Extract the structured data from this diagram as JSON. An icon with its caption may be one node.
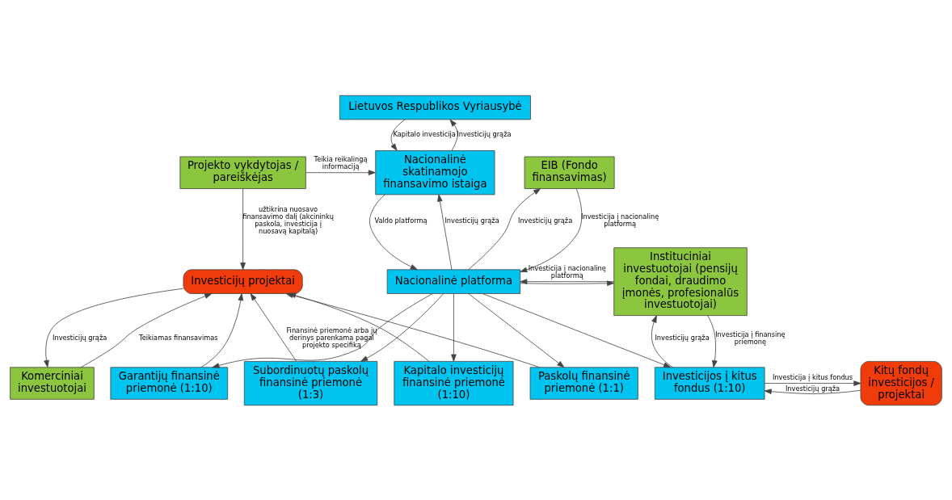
{
  "diagram": {
    "nodes": [
      {
        "text": [
          "Lietuvos Respublikos Vyriausybė"
        ]
      },
      {
        "text": [
          "Projekto vykdytojas / pareiškėjas"
        ]
      },
      {
        "text": [
          "Nacionalinė skatinamojo finansavimo istaiga"
        ]
      },
      {
        "text": [
          "EIB (Fondo finansavimas)"
        ]
      },
      {
        "text": [
          "Nacionalinė platforma"
        ]
      },
      {
        "text": [
          "Investicijų projektai"
        ]
      },
      {
        "text": [
          "Subordinuotų paskolų finansinė priemonė (1:3)"
        ]
      },
      {
        "text": [
          "Kapitalo investicijų finansinė priemonė (1:10)"
        ]
      },
      {
        "text": [
          "Instituciniai investuotojai (pensijų fondai, draudimo įmonės, profesionalūs investuotojai)"
        ]
      },
      {
        "text": [
          "Garantijų finansinė priemonė (1:10)"
        ]
      },
      {
        "text": [
          "Paskolų finansinė priemonė (1:1)"
        ]
      },
      {
        "text": [
          "Komerciniai investuotojai"
        ]
      },
      {
        "text": [
          "Kitų fondų investicijos / projektai"
        ]
      },
      {
        "text": [
          "Investicijos į kitus fondus (1:10)"
        ]
      }
    ],
    "edges": [
      {
        "from": 0,
        "to": 2,
        "arrow": "to",
        "label": "Kapitalo investicija"
      },
      {
        "from": 2,
        "to": 0,
        "arrow": "to",
        "label": "Investicijų grąža"
      },
      {
        "from": 1,
        "to": 2,
        "arrow": "to",
        "label": "Teikia reikalingą informaciją"
      },
      {
        "from": 1,
        "to": 5,
        "arrow": "to",
        "label": "užtikrina nuosavo finansavimo dalį (akcininkų paskola, investicija į nuosavą kapitalą)"
      },
      {
        "from": 2,
        "to": 4,
        "arrow": "to",
        "label": "Valdo platformą"
      },
      {
        "from": 4,
        "to": 2,
        "arrow": "to",
        "label": "Investicijų grąža"
      },
      {
        "from": 3,
        "to": 4,
        "arrow": "to",
        "label": "Investicija į nacionalinę platformą"
      },
      {
        "from": 4,
        "to": 3,
        "arrow": "to",
        "label": "Investicijų grąža"
      },
      {
        "from": 4,
        "to": 8,
        "arrow": "to"
      },
      {
        "from": 8,
        "to": 4,
        "arrow": "to",
        "label": "Investicija į nacionalinę platformą"
      },
      {
        "from": 4,
        "to": 6,
        "arrow": "to"
      },
      {
        "from": 4,
        "to": 7,
        "arrow": "to"
      },
      {
        "from": 4,
        "to": 9,
        "arrow": "to"
      },
      {
        "from": 4,
        "to": 10,
        "arrow": "to"
      },
      {
        "from": 4,
        "to": 13,
        "arrow": "to"
      },
      {
        "from": 6,
        "to": 5,
        "arrow": "to",
        "label": "Finansinė priemonė arba jų derinys parenkama pagal projekto specifiką"
      },
      {
        "from": 7,
        "to": 5,
        "arrow": "to"
      },
      {
        "from": 9,
        "to": 5,
        "arrow": "to"
      },
      {
        "from": 10,
        "to": 5,
        "arrow": "to"
      },
      {
        "from": 11,
        "to": 5,
        "arrow": "to",
        "label": "Teikiamas finansavimas"
      },
      {
        "from": 5,
        "to": 11,
        "arrow": "to",
        "label": "Investicijų grąža"
      },
      {
        "from": 13,
        "to": 12,
        "arrow": "to",
        "label": "Investicija į kitus fondus"
      },
      {
        "from": 12,
        "to": 13,
        "arrow": "to",
        "label": "Investicijų grąža"
      },
      {
        "from": 8,
        "to": 13,
        "arrow": "to",
        "label": "Investicija į finansinę priemonę"
      },
      {
        "from": 13,
        "to": 8,
        "arrow": "to",
        "label": "Investicijų grąža"
      }
    ]
  }
}
